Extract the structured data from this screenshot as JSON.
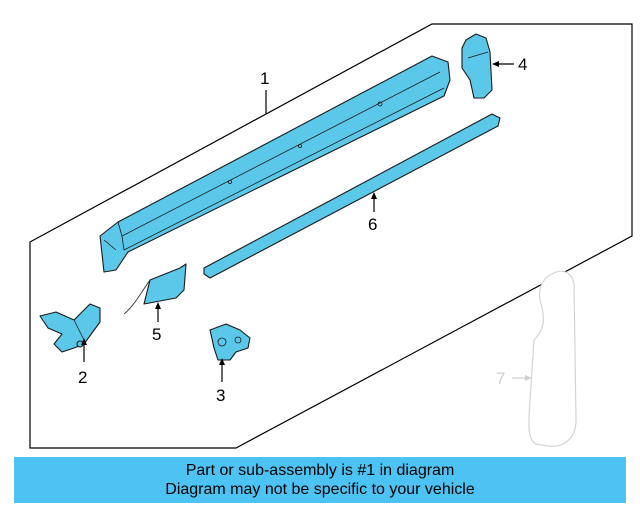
{
  "callouts": {
    "c1": "1",
    "c2": "2",
    "c3": "3",
    "c4": "4",
    "c5": "5",
    "c6": "6",
    "c7": "7"
  },
  "banner": {
    "line1": "Part or sub-assembly is #1 in diagram",
    "line2": "Diagram may not be specific to your vehicle"
  },
  "colors": {
    "part_fill": "#5bc8ea",
    "banner_bg": "#4cc3f3",
    "ghost_part": "#d4d4d4"
  }
}
